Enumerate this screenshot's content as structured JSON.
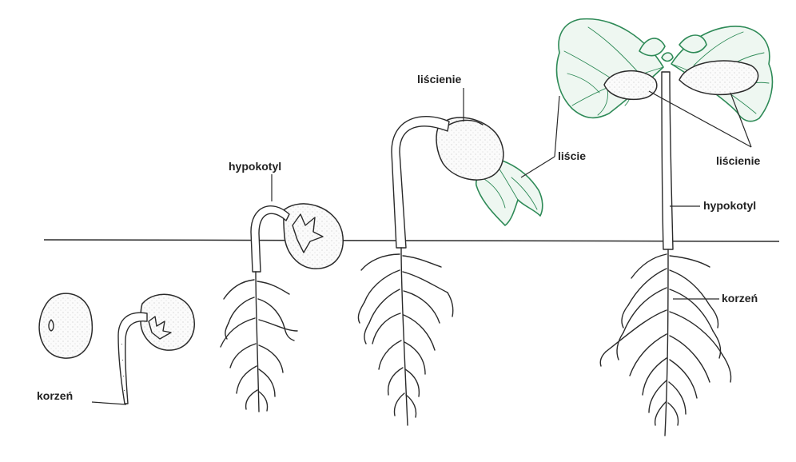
{
  "labels": {
    "korzen_stage2": "korzeń",
    "hypokotyl_stage3": "hypokotyl",
    "liscienie_stage4": "liścienie",
    "liscie_stage4": "liście",
    "liscienie_stage5": "liścienie",
    "hypokotyl_stage5": "hypokotyl",
    "korzen_stage5": "korzeń"
  },
  "colors": {
    "leaf": "#2e8a57",
    "ink": "#2a2a2a",
    "background": "#ffffff"
  }
}
